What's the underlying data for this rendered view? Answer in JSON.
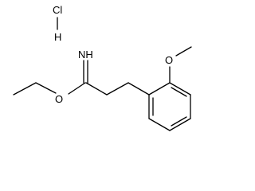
{
  "molecule": {
    "atoms": {
      "chlorine": "Cl",
      "hydrogen": "H",
      "imine": "NH",
      "ester_oxygen": "O",
      "methoxy_oxygen": "O"
    },
    "colors": {
      "line": "#000000",
      "background": "#ffffff"
    }
  }
}
